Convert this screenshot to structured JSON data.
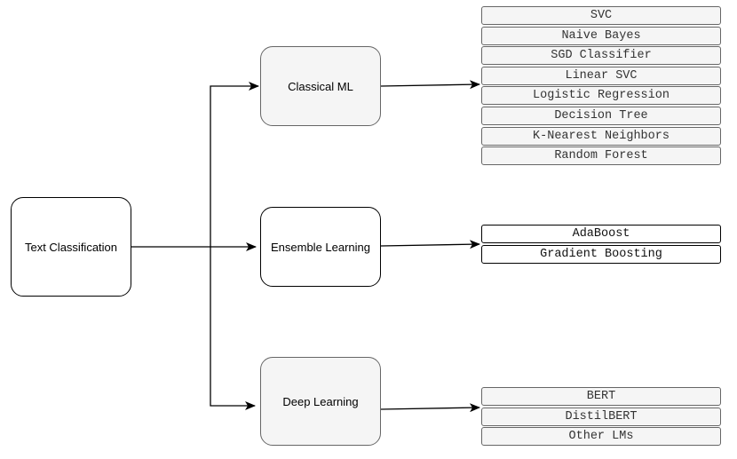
{
  "root": {
    "label": "Text Classification"
  },
  "branches": [
    {
      "label": "Classical ML",
      "items": [
        "SVC",
        "Naive Bayes",
        "SGD Classifier",
        "Linear SVC",
        "Logistic Regression",
        "Decision Tree",
        "K-Nearest Neighbors",
        "Random Forest"
      ]
    },
    {
      "label": "Ensemble Learning",
      "items": [
        "AdaBoost",
        "Gradient Boosting"
      ]
    },
    {
      "label": "Deep Learning",
      "items": [
        "BERT",
        "DistilBERT",
        "Other LMs"
      ]
    }
  ],
  "colors": {
    "line": "#000000",
    "grey_fill": "#f5f5f5",
    "grey_stroke": "#666666",
    "white_fill": "#ffffff"
  }
}
